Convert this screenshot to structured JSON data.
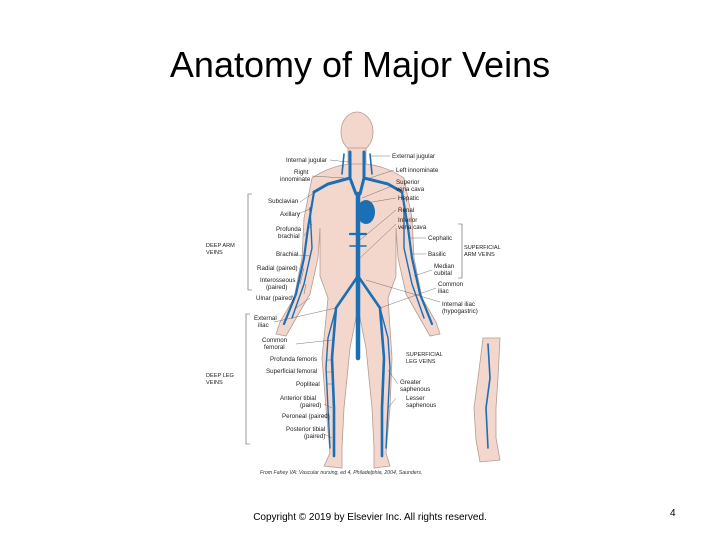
{
  "slide": {
    "title": "Anatomy of Major Veins",
    "copyright": "Copyright © 2019 by Elsevier Inc. All rights reserved.",
    "page_number": "4"
  },
  "figure": {
    "colors": {
      "vein": "#1a6fb5",
      "skin": "#f3d6cc",
      "skin_outline": "#b59c92",
      "leader": "#555555"
    },
    "left_labels": [
      "Internal jugular",
      "Right",
      "innominate",
      "Subclavian",
      "Axillary",
      "Profunda",
      "brachial",
      "Brachial",
      "Radial (paired)",
      "Interosseous",
      "(paired)",
      "Ulnar (paired)",
      "External",
      "iliac",
      "Common",
      "femoral",
      "Profunda femoris",
      "Superficial femoral",
      "Popliteal",
      "Anterior tibial",
      "(paired)",
      "Peroneal (paired)",
      "Posterior tibial",
      "(paired)"
    ],
    "right_labels": [
      "External jugular",
      "Left innominate",
      "Superior",
      "vena cava",
      "Hepatic",
      "Renal",
      "Inferior",
      "vena cava",
      "Cephalic",
      "Basilic",
      "Median",
      "cubital",
      "Common",
      "iliac",
      "Internal iliac",
      "(hypogastric)",
      "Greater",
      "saphenous",
      "Lesser",
      "saphenous"
    ],
    "groups": {
      "deep_arm": [
        "DEEP ARM",
        "VEINS"
      ],
      "superficial_arm": [
        "SUPERFICIAL",
        "ARM VEINS"
      ],
      "deep_leg": [
        "DEEP LEG",
        "VEINS"
      ],
      "superficial_leg": [
        "SUPERFICIAL",
        "LEG VEINS"
      ]
    },
    "credit": "From Fahey VA: Vascular nursing, ed 4, Philadelphia, 2004, Saunders."
  }
}
